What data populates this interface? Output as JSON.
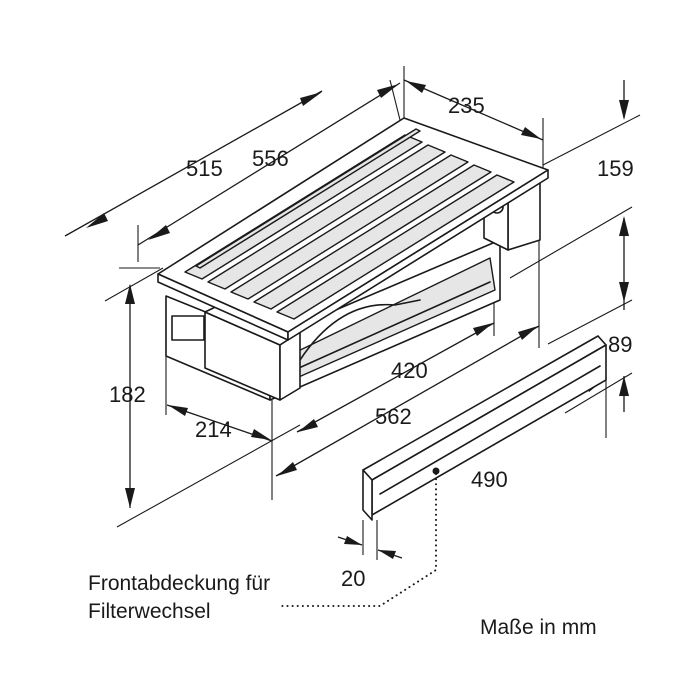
{
  "dimensions": {
    "d515": "515",
    "d556": "556",
    "d235": "235",
    "d159": "159",
    "d182": "182",
    "d214": "214",
    "d420": "420",
    "d562": "562",
    "d89": "89",
    "d490": "490",
    "d20": "20"
  },
  "labels": {
    "front_cover_line1": "Frontabdeckung für",
    "front_cover_line2": "Filterwechsel",
    "units": "Maße in mm"
  }
}
